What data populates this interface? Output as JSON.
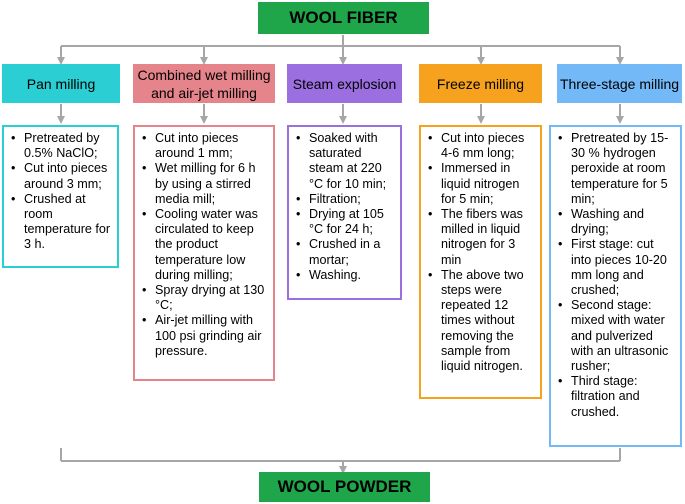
{
  "title": "WOOL FIBER",
  "footer": "WOOL POWDER",
  "colors": {
    "title_bg": "#1fa64a",
    "arrow": "#a6a6a6",
    "pan": "#2bcfd3",
    "combined": "#e5848b",
    "steam": "#9b6fe0",
    "freeze": "#f6a21e",
    "three": "#73b8f7"
  },
  "methods": [
    {
      "name": "Pan milling",
      "steps": [
        "Pretreated by 0.5% NaClO;",
        "Cut into pieces around 3 mm;",
        "Crushed at room temperature for 3 h."
      ]
    },
    {
      "name": "Combined wet milling and air-jet milling",
      "steps": [
        "Cut into pieces around 1 mm;",
        "Wet milling for 6 h by using a stirred media mill;",
        "Cooling water was circulated to keep the product temperature low during milling;",
        "Spray drying at 130 °C;",
        " Air-jet milling with 100 psi grinding air pressure."
      ]
    },
    {
      "name": "Steam explosion",
      "steps": [
        "Soaked with saturated steam at 220 °C for 10 min;",
        "Filtration;",
        "Drying at 105 °C for 24 h;",
        "Crushed in a mortar;",
        "Washing."
      ]
    },
    {
      "name": "Freeze milling",
      "steps": [
        "Cut into pieces 4-6 mm long;",
        "Immersed in liquid nitrogen for 5 min;",
        "The fibers was milled in liquid nitrogen for 3 min",
        "The above two steps were repeated 12 times without removing the sample from liquid nitrogen."
      ]
    },
    {
      "name": "Three-stage milling",
      "steps": [
        "Pretreated by 15-30 % hydrogen peroxide at room temperature for 5 min;",
        "Washing and drying;",
        "First stage: cut into pieces 10-20 mm long and crushed;",
        "Second stage: mixed with water and pulverized with an ultrasonic rusher;",
        "Third stage: filtration and crushed."
      ]
    }
  ]
}
